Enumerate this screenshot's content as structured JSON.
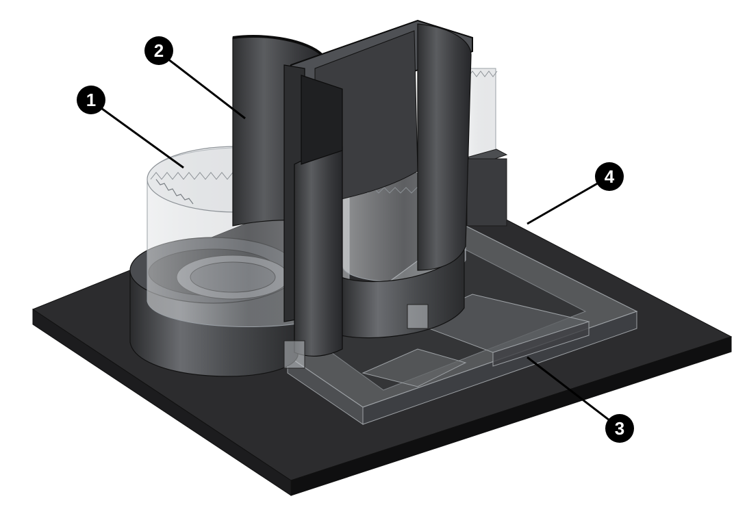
{
  "figure": {
    "callouts": [
      {
        "label": "1",
        "part": "stepped-circular-channel"
      },
      {
        "label": "2",
        "part": "vertical-tube-wall"
      },
      {
        "label": "3",
        "part": "bottom-rectangular-channel"
      },
      {
        "label": "4",
        "part": "base-plate"
      }
    ]
  },
  "colors": {
    "base_top": "#2c2c2e",
    "base_front": "#1d1d1f",
    "base_side": "#0f0f10",
    "solid_dark": "#3a3b3d",
    "solid_mid": "#55575a",
    "solid_light": "#6f7175",
    "translucent": "#c9cdd1",
    "callout_fill": "#000000",
    "callout_text": "#ffffff"
  }
}
